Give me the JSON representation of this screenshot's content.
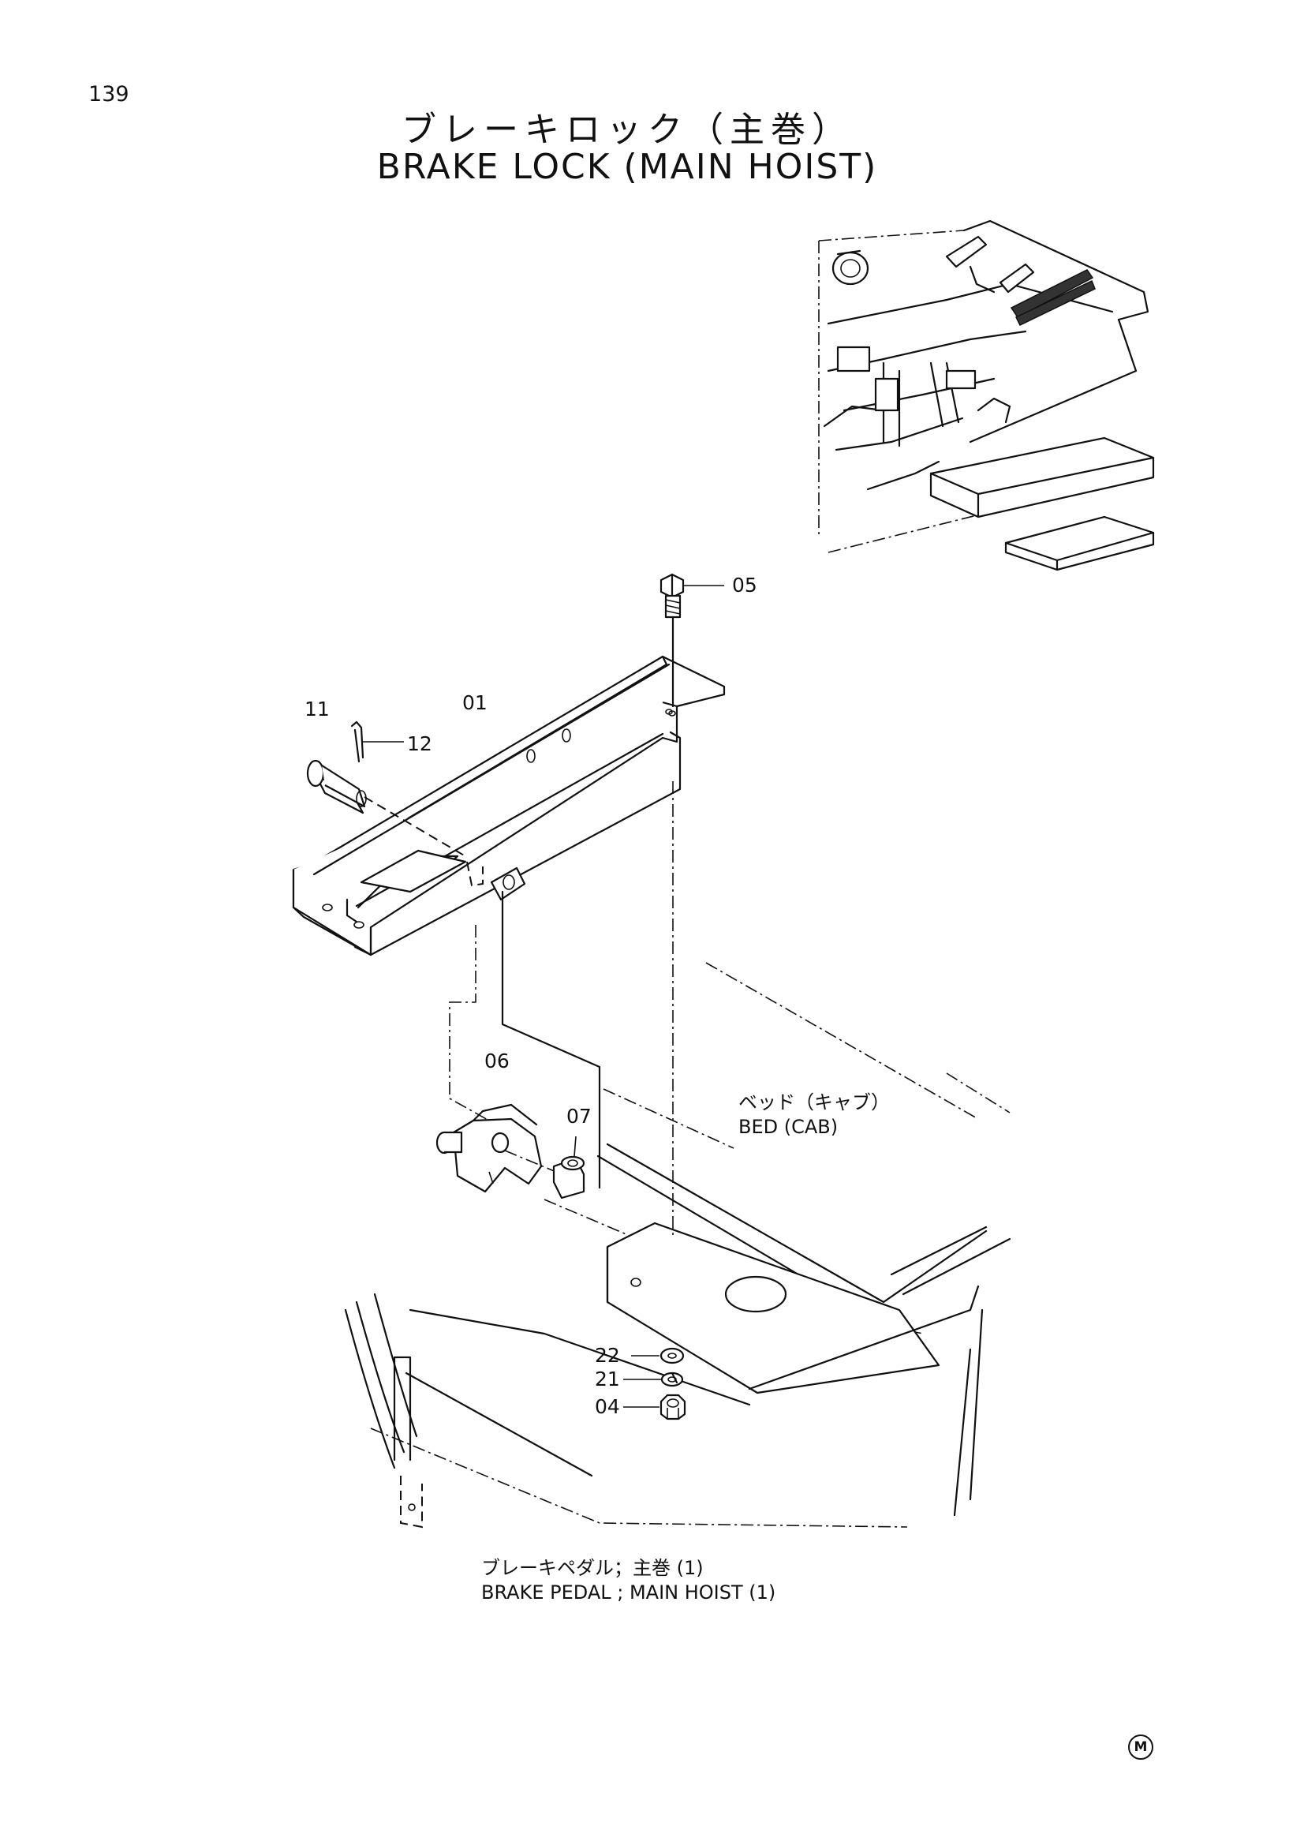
{
  "page_number": "139",
  "title": {
    "japanese": "ブレーキロック（主巻）",
    "english": "BRAKE LOCK (MAIN HOIST)"
  },
  "part_labels": [
    "05",
    "11",
    "01",
    "12",
    "06",
    "07",
    "22",
    "21",
    "04"
  ],
  "captions": {
    "bed_jp": "ベッド（キャブ）",
    "bed_en": "BED (CAB)",
    "pedal_jp": "ブレーキペダル；主巻 (1)",
    "pedal_en": "BRAKE PEDAL ; MAIN HOIST (1)"
  },
  "manufacturer_mark": "M"
}
